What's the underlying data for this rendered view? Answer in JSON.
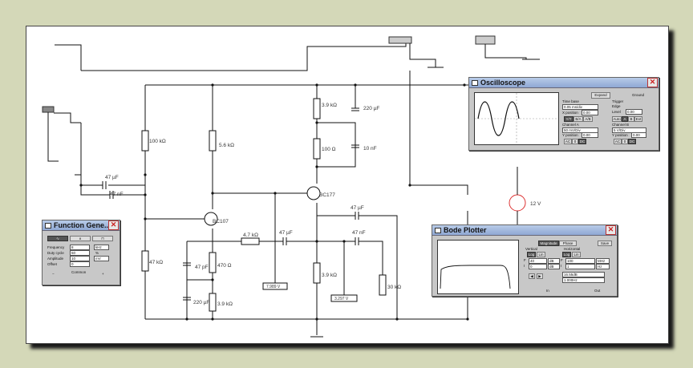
{
  "schematic": {
    "res_100k": "100 kΩ",
    "res_5k6": "5.6 kΩ",
    "res_3k9_top": "3.9 kΩ",
    "res_100": "100 Ω",
    "cap_220u": "220 µF",
    "cap_10n": "10 nF",
    "cap_47u_in": "47 µF",
    "cap_47n_in": "47 nF",
    "bc177": "BC177",
    "bc107": "BC107",
    "res_47k": "47 kΩ",
    "res_4k7": "4.7 kΩ",
    "cap_47u_mid": "47 µF",
    "cap_47u_right": "47 µF",
    "cap_47n_out": "47 nF",
    "cap_47p": "47 pF",
    "res_470": "470 Ω",
    "cap_220u_bot": "220 µF",
    "res_3k9_bot1": "3.9 kΩ",
    "res_3k9_bot2": "3.9 kΩ",
    "res_30k": "30 kΩ",
    "supply": "12 V",
    "meter1": "7.989 V",
    "meter2": "3.297 V"
  },
  "oscilloscope": {
    "title": "Oscilloscope",
    "expand": "Expand",
    "ground": "Ground",
    "timebase_label": "Time base",
    "timebase_value": "0.05 ms/div",
    "xpos_label": "X position",
    "xpos_value": "0.00",
    "modes": [
      "Y/T",
      "B/A",
      "A/B"
    ],
    "trigger_label": "Trigger",
    "edge_label": "Edge",
    "level_label": "Level",
    "level_value": "0.00",
    "trig_modes": [
      "Auto",
      "A",
      "B",
      "Ext"
    ],
    "chA_label": "Channel A",
    "chA_value": "50 mV/Div",
    "chA_ypos_label": "Y position",
    "chA_ypos_value": "0.00",
    "chA_coupling": [
      "AC",
      "0",
      "DC"
    ],
    "chB_label": "Channel B",
    "chB_value": "5 V/Div",
    "chB_ypos_label": "Y position",
    "chB_ypos_value": "0.00",
    "chB_coupling": [
      "AC",
      "0",
      "DC"
    ]
  },
  "bode": {
    "title": "Bode Plotter",
    "magnitude": "Magnitude",
    "phase": "Phase",
    "save": "Save",
    "vertical_label": "Vertical",
    "horizontal_label": "Horizontal",
    "log": "Log",
    "lin": "Lin",
    "v_F_label": "F",
    "v_F_value": "40",
    "v_F_unit": "dB",
    "v_I_label": "I",
    "v_I_value": "0",
    "v_I_unit": "dB",
    "h_F_label": "F",
    "h_F_value": "100",
    "h_F_unit": "MHz",
    "h_I_label": "I",
    "h_I_value": "1",
    "h_I_unit": "Hz",
    "readout_db": "16.55dB",
    "readout_freq": "1.000Hz",
    "in_label": "In",
    "out_label": "Out"
  },
  "function_generator": {
    "title": "Function Gene...",
    "frequency_label": "Frequency",
    "frequency_value": "8",
    "frequency_unit": "kHz",
    "duty_label": "Duty cycle",
    "duty_value": "50",
    "duty_unit": "%",
    "amplitude_label": "Amplitude",
    "amplitude_value": "10",
    "amplitude_unit": "mV",
    "offset_label": "Offset",
    "offset_value": "0",
    "common_label": "Common"
  }
}
